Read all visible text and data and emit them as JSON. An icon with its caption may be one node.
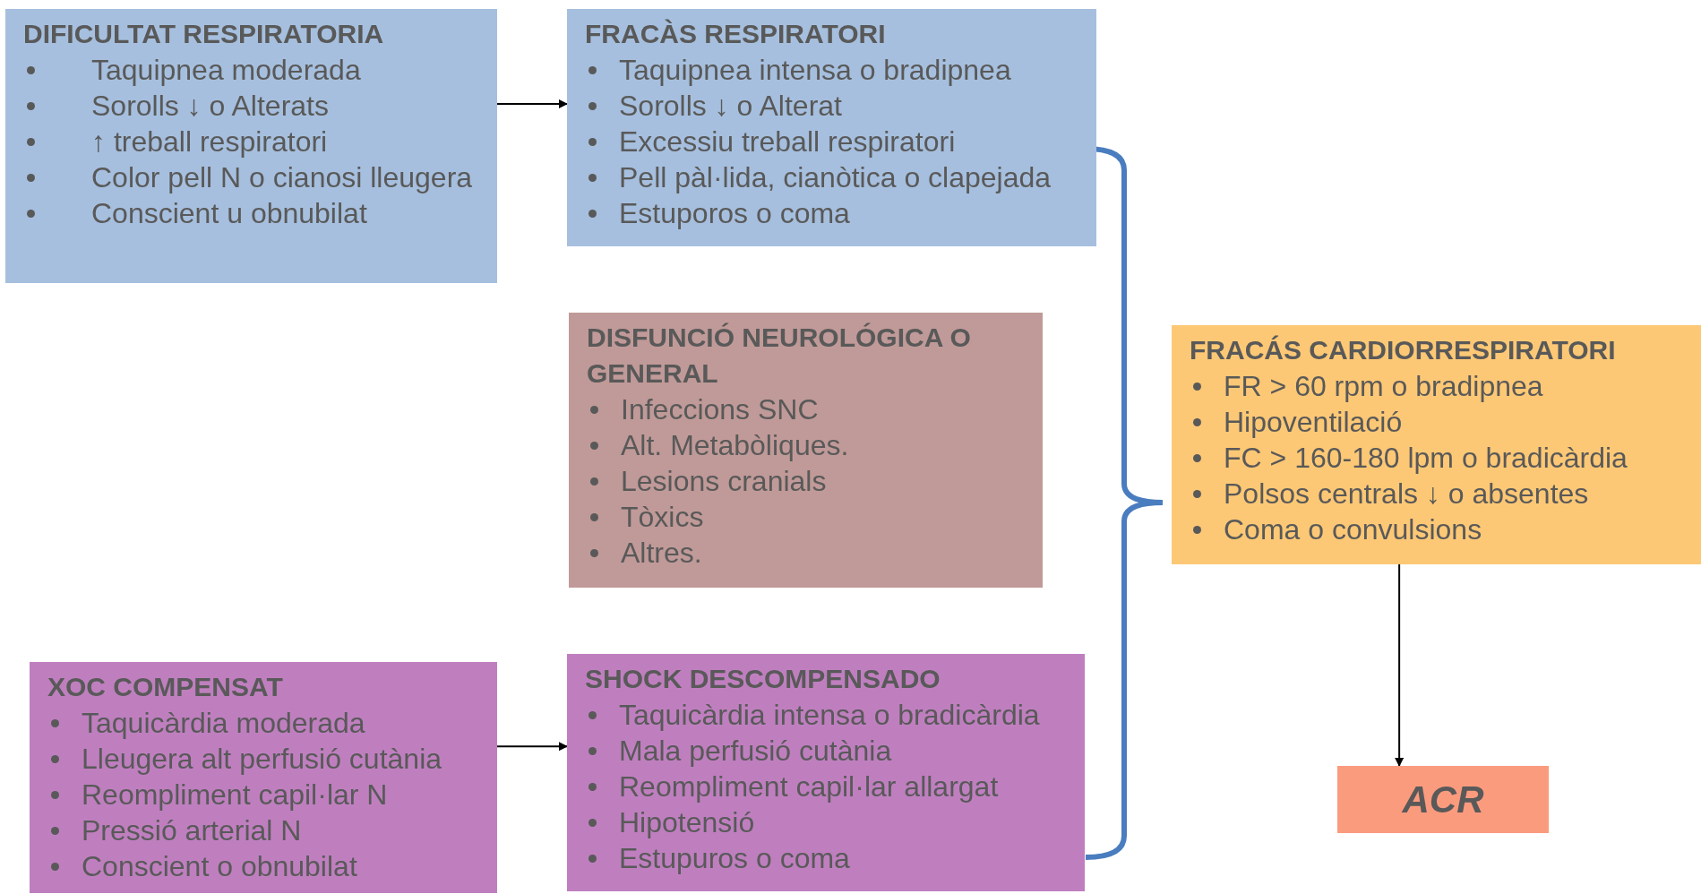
{
  "diagram": {
    "nodes": [
      {
        "text": [
          "DIFICULTAT RESPIRATORIA",
          "Taquipnea moderada",
          "Sorolls ↓ o Alterats",
          "↑ treball respiratori",
          "Color pell N o cianosi lleugera",
          "Conscient u obnubilat"
        ]
      },
      {
        "text": [
          "FRACÀS RESPIRATORI",
          "Taquipnea intensa o bradipnea",
          "Sorolls ↓ o Alterat",
          "Excessiu treball respiratori",
          "Pell pàl·lida, cianòtica o clapejada",
          "Estuporos o coma"
        ]
      },
      {
        "text": [
          "DISFUNCIÓ NEUROLÓGICA O GENERAL",
          "Infeccions SNC",
          "Alt. Metabòliques.",
          "Lesions cranials",
          "Tòxics",
          "Altres."
        ]
      },
      {
        "text": [
          "FRACÁS CARDIORRESPIRATORI",
          "FR > 60 rpm o bradipnea",
          "Hipoventilació",
          "FC > 160-180 lpm o bradicàrdia",
          "Polsos centrals ↓ o absentes",
          "Coma o convulsions"
        ]
      },
      {
        "text": [
          "ACR"
        ]
      },
      {
        "text": [
          "XOC COMPENSAT",
          "Taquicàrdia moderada",
          "Lleugera alt perfusió cutània",
          "Reompliment capil·lar N",
          "Pressió arterial N",
          "Conscient o obnubilat"
        ]
      },
      {
        "text": [
          "SHOCK DESCOMPENSADO",
          "Taquicàrdia intensa o bradicàrdia",
          "Mala perfusió cutània",
          "Reompliment capil·lar allargat",
          "Hipotensió",
          "Estupuros o coma"
        ]
      }
    ],
    "edges": [
      {
        "from": 0,
        "to": 1,
        "arrow": "to"
      },
      {
        "from": 5,
        "to": 6,
        "arrow": "to"
      },
      {
        "from": 3,
        "to": 4,
        "arrow": "to"
      }
    ]
  }
}
